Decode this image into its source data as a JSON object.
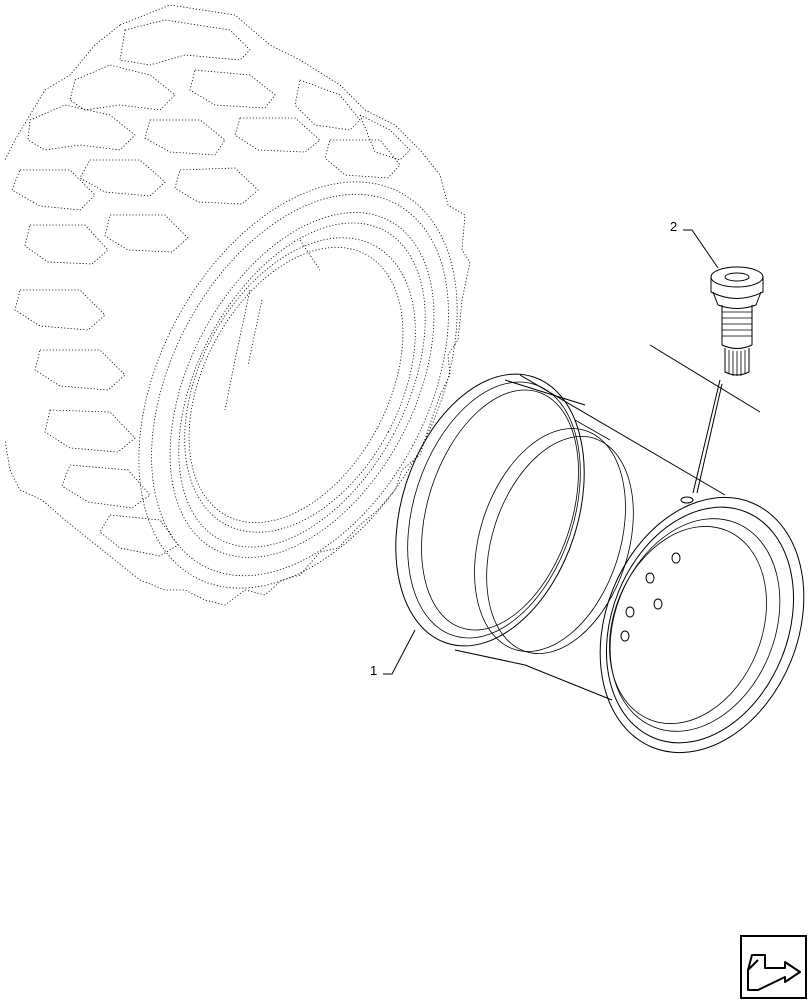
{
  "callouts": [
    {
      "id": "1",
      "label": "1",
      "part": "wheel-rim"
    },
    {
      "id": "2",
      "label": "2",
      "part": "valve-stem"
    }
  ],
  "icons": {
    "tire": "tire-icon",
    "rim": "wheel-rim-icon",
    "valve": "valve-stem-icon",
    "nav": "next-page-arrow-icon"
  },
  "colors": {
    "line": "#000000",
    "background": "#ffffff"
  }
}
